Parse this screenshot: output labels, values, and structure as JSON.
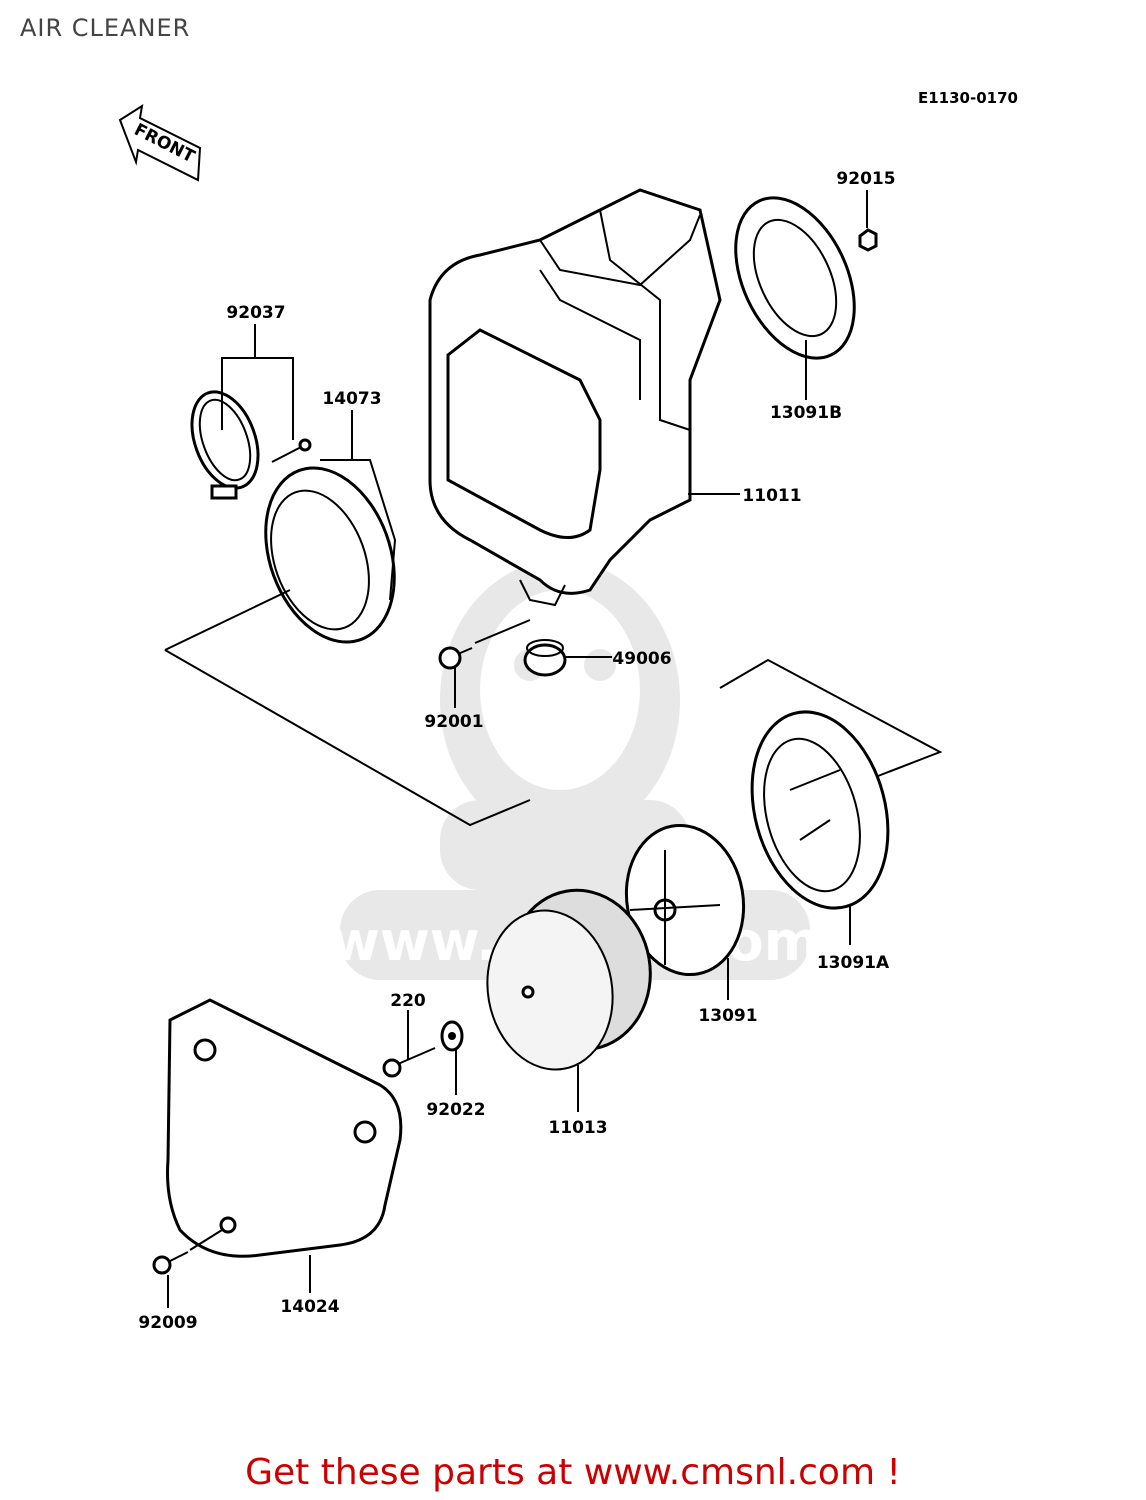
{
  "header": {
    "title": "AIR CLEANER",
    "diagram_code": "E1130-0170"
  },
  "front_arrow": {
    "label": "FRONT"
  },
  "watermark": {
    "text": "www.cmsnl.com",
    "logo": "CMS"
  },
  "parts": {
    "p92015": "92015",
    "p13091B": "13091B",
    "p92037": "92037",
    "p14073": "14073",
    "p11011": "11011",
    "p49006": "49006",
    "p92001": "92001",
    "p13091A": "13091A",
    "p13091": "13091",
    "p220": "220",
    "p92022": "92022",
    "p11013": "11013",
    "p14024": "14024",
    "p92009": "92009"
  },
  "footer": {
    "link_text": "Get these parts at www.cmsnl.com !"
  },
  "colors": {
    "footer": "#cc0000",
    "title": "#444444",
    "lines": "#000000"
  }
}
